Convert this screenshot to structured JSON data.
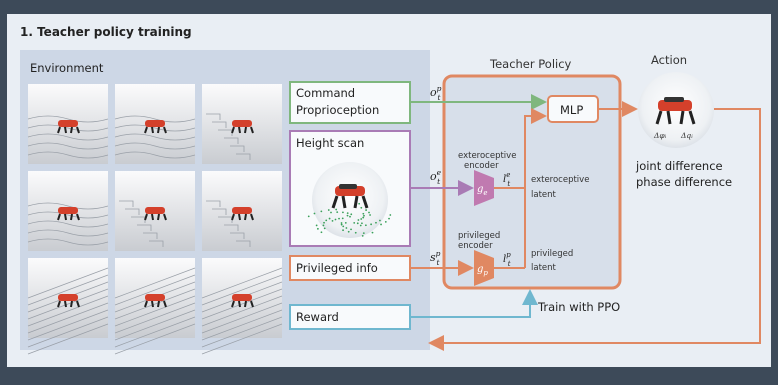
{
  "header": {
    "title": "1. Teacher policy training"
  },
  "environment": {
    "label": "Environment",
    "tiles": [
      {
        "terrain": "hills"
      },
      {
        "terrain": "rough-hills"
      },
      {
        "terrain": "blocks"
      },
      {
        "terrain": "flat-rough"
      },
      {
        "terrain": "steps"
      },
      {
        "terrain": "steps"
      },
      {
        "terrain": "stairs"
      },
      {
        "terrain": "stairs"
      },
      {
        "terrain": "stairs"
      }
    ]
  },
  "inputs": {
    "command": {
      "line1": "Command",
      "line2": "Proprioception",
      "symbol": "o",
      "sup": "p",
      "sub": "t"
    },
    "height": {
      "label": "Height scan",
      "symbol": "o",
      "sup": "e",
      "sub": "t"
    },
    "privileged": {
      "label": "Privileged info",
      "symbol": "s",
      "sup": "p",
      "sub": "t"
    },
    "reward": {
      "label": "Reward"
    }
  },
  "policy": {
    "title": "Teacher Policy",
    "mlp": "MLP",
    "extero_encoder": {
      "line1": "exteroceptive",
      "line2": "encoder",
      "symbol": "g",
      "sub": "e"
    },
    "extero_latent": {
      "symbol": "l",
      "sup": "e",
      "sub": "t",
      "line1": "exteroceptive",
      "line2": "latent"
    },
    "priv_encoder": {
      "line1": "privileged",
      "line2": "encoder",
      "symbol": "g",
      "sub": "p"
    },
    "priv_latent": {
      "symbol": "l",
      "sup": "p",
      "sub": "t",
      "line1": "privileged",
      "line2": "latent"
    }
  },
  "action": {
    "title": "Action",
    "dphi": "Δφᵢ",
    "dq": "Δqᵢ",
    "line1": "joint difference",
    "line2": "phase difference"
  },
  "train_label": "Train with PPO",
  "colors": {
    "background": "#3d4a59",
    "panel": "#e9eef4",
    "env_panel": "#cdd7e6",
    "command": "#7fb77e",
    "height": "#a97bb5",
    "privileged": "#e08862",
    "reward": "#6fb7cf",
    "policy": "#e08862",
    "encoder": "#c07ab0"
  }
}
